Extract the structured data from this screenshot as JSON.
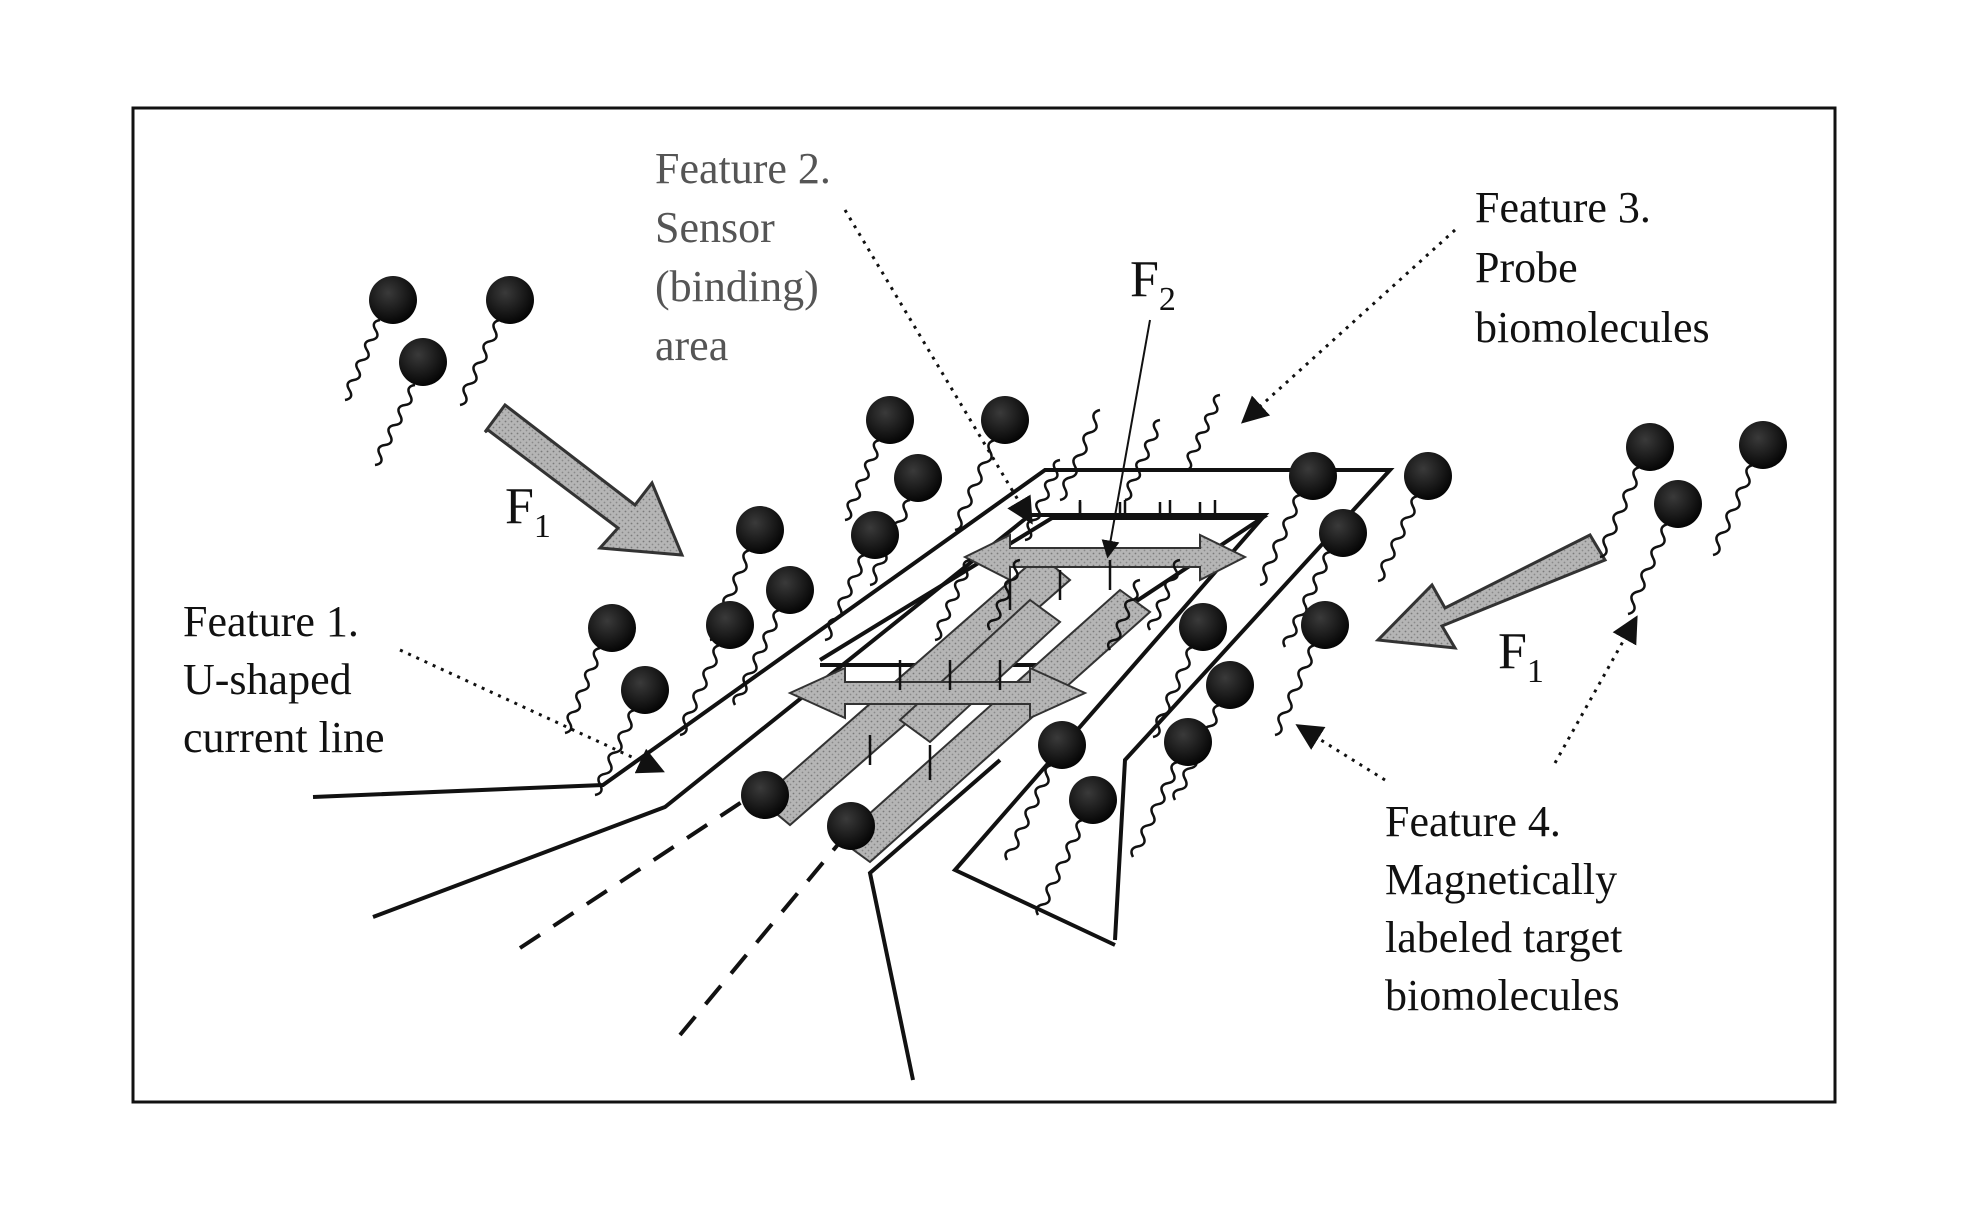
{
  "features": {
    "f1": {
      "lines": [
        "Feature 1.",
        "U-shaped",
        "current line"
      ]
    },
    "f2": {
      "lines": [
        "Feature 2.",
        "Sensor",
        "(binding)",
        "area"
      ]
    },
    "f3": {
      "lines": [
        "Feature 3.",
        "Probe",
        "biomolecules"
      ]
    },
    "f4": {
      "lines": [
        "Feature 4.",
        "Magnetically",
        "labeled target",
        "biomolecules"
      ]
    }
  },
  "forces": {
    "f1_left": {
      "main": "F",
      "sub": "1"
    },
    "f1_right": {
      "main": "F",
      "sub": "1"
    },
    "f2": {
      "main": "F",
      "sub": "2"
    }
  },
  "colors": {
    "ink": "#111111",
    "arrow_fill": "#a9a9a9",
    "bead": "#111111",
    "label_gray": "#555555"
  }
}
